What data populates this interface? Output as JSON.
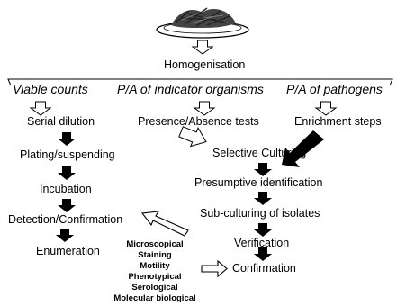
{
  "top": {
    "title": "Homogenisation"
  },
  "categories": {
    "viable": "Viable counts",
    "indicator": "P/A of indicator organisms",
    "pathogens": "P/A of pathogens"
  },
  "left_column": {
    "serial_dilution": "Serial dilution",
    "plating": "Plating/suspending",
    "incubation": "Incubation",
    "detection": "Detection/Confirmation",
    "enumeration": "Enumeration"
  },
  "middle": {
    "presence_absence": "Presence/Absence tests"
  },
  "right_top": {
    "enrichment": "Enrichment steps"
  },
  "right_column": {
    "selective": "Selective Culturing",
    "presumptive": "Presumptive identification",
    "subculturing": "Sub-culturing of isolates",
    "verification": "Verification",
    "confirmation": "Confirmation"
  },
  "methods": {
    "microscopical": "Microscopical",
    "staining": "Staining",
    "motility": "Motility",
    "phenotypical": "Phenotypical",
    "serological": "Serological",
    "molecular": "Molecular biological"
  }
}
